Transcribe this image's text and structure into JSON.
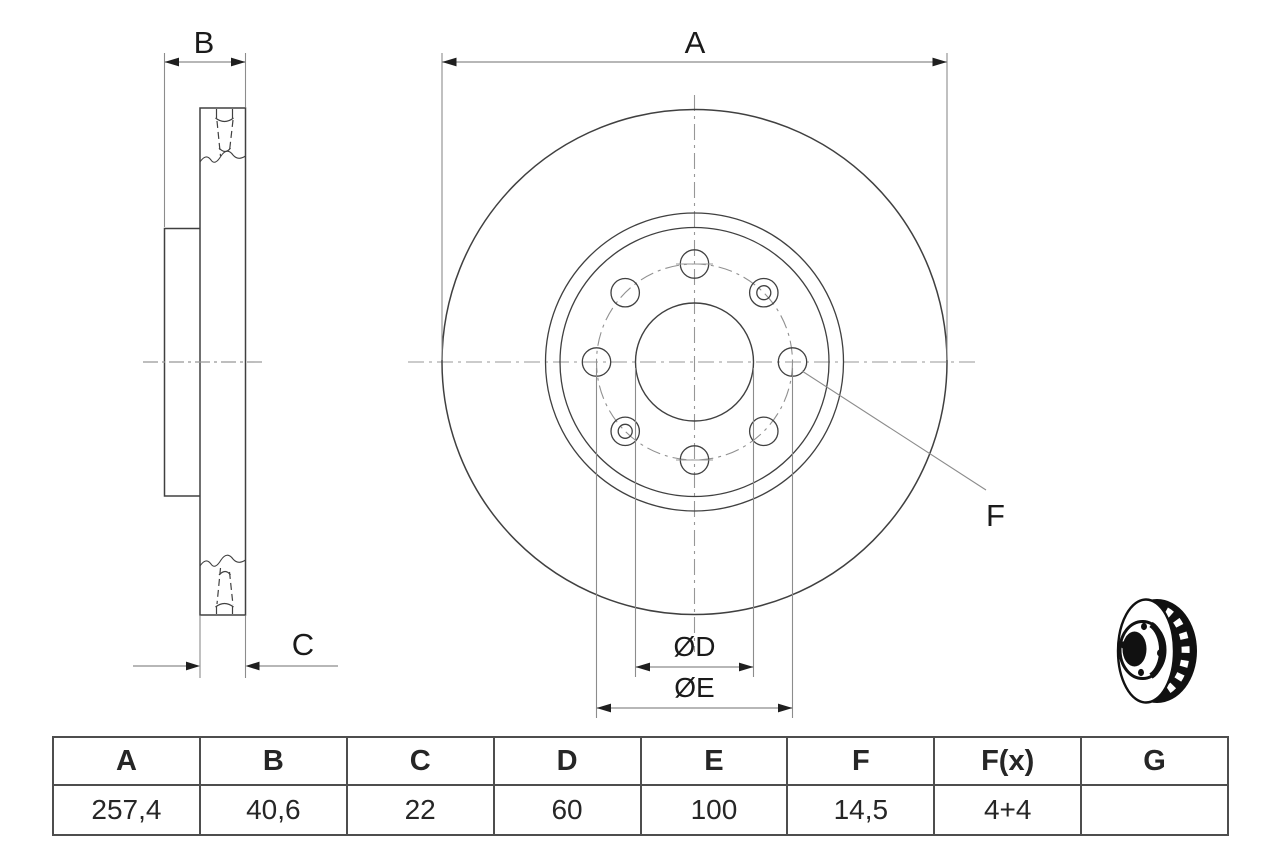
{
  "drawing": {
    "kind": "brake disc technical drawing",
    "dimension_labels": {
      "a": "A",
      "b": "B",
      "c": "C",
      "f": "F",
      "dia_d": "ØD",
      "dia_e": "ØE"
    }
  },
  "table": {
    "headers": [
      "A",
      "B",
      "C",
      "D",
      "E",
      "F",
      "F(x)",
      "G"
    ],
    "values": [
      "257,4",
      "40,6",
      "22",
      "60",
      "100",
      "14,5",
      "4+4",
      ""
    ]
  },
  "icons": {
    "preview": "brake-disc-3d-icon"
  },
  "colors": {
    "outline": "#404040",
    "dimension_line": "#8c8c8c",
    "centerline": "#979797",
    "arrowhead": "#1f1f1f",
    "label_text": "#1a1a1a",
    "table_border": "#4e4e4e",
    "icon_ink": "#111111",
    "background": "#ffffff"
  }
}
